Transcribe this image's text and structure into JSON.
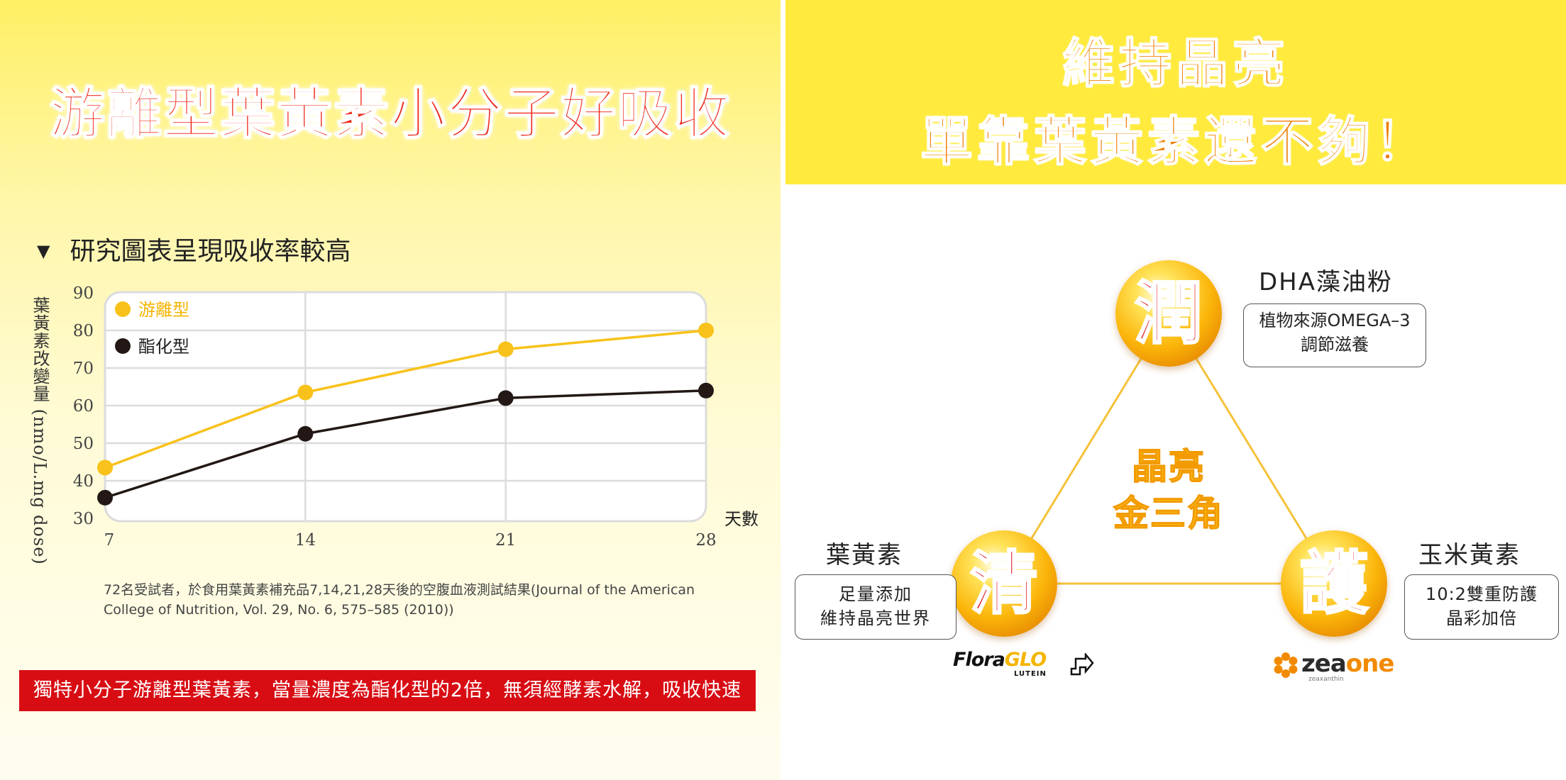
{
  "left": {
    "title": "游離型葉黃素小分子好吸收",
    "chart_heading": "研究圖表呈現吸收率較高",
    "source_note": "72名受試者，於食用葉黃素補充品7,14,21,28天後的空腹血液測試結果(Journal of the American College of Nutrition, Vol. 29, No. 6, 575–585 (2010))",
    "banner": "獨特小分子游離型葉黃素，當量濃度為酯化型的2倍，無須經酵素水解，吸收快速"
  },
  "chart_data": {
    "type": "line",
    "title": "",
    "xlabel": "天數",
    "ylabel": "葉黃素改變量 (nmo/L.mg dose)",
    "x": [
      7,
      14,
      21,
      28
    ],
    "x_ticks": [
      "7",
      "14",
      "21",
      "28"
    ],
    "ylim": [
      30,
      90
    ],
    "y_ticks": [
      30,
      40,
      50,
      60,
      70,
      80,
      90
    ],
    "grid": true,
    "legend_position": "top-left",
    "series": [
      {
        "name": "游離型",
        "color": "#f8c21a",
        "values": [
          43.5,
          63.5,
          75,
          80
        ]
      },
      {
        "name": "酯化型",
        "color": "#231815",
        "values": [
          35.5,
          52.5,
          62,
          64
        ]
      }
    ]
  },
  "right": {
    "header_line1": "維持晶亮",
    "header_line2": "單靠葉黃素還不夠！",
    "center_line1": "晶亮",
    "center_line2": "金三角",
    "orbs": {
      "top": "潤",
      "left": "清",
      "right": "護"
    },
    "dha": {
      "title": "DHA藻油粉",
      "line1": "植物來源OMEGA–3",
      "line2": "調節滋養"
    },
    "lutein": {
      "title": "葉黃素",
      "line1": "足量添加",
      "line2": "維持晶亮世界"
    },
    "zea": {
      "title": "玉米黃素",
      "line1": "10:2雙重防護",
      "line2": "晶彩加倍"
    },
    "floraglo": {
      "brand_a": "Flora",
      "brand_b": "GLO",
      "reg": "®",
      "sub": "LUTEIN"
    },
    "zeaone": {
      "brand_a": "zea",
      "brand_b": "one",
      "reg": "®",
      "sub": "zeaxanthin"
    }
  }
}
